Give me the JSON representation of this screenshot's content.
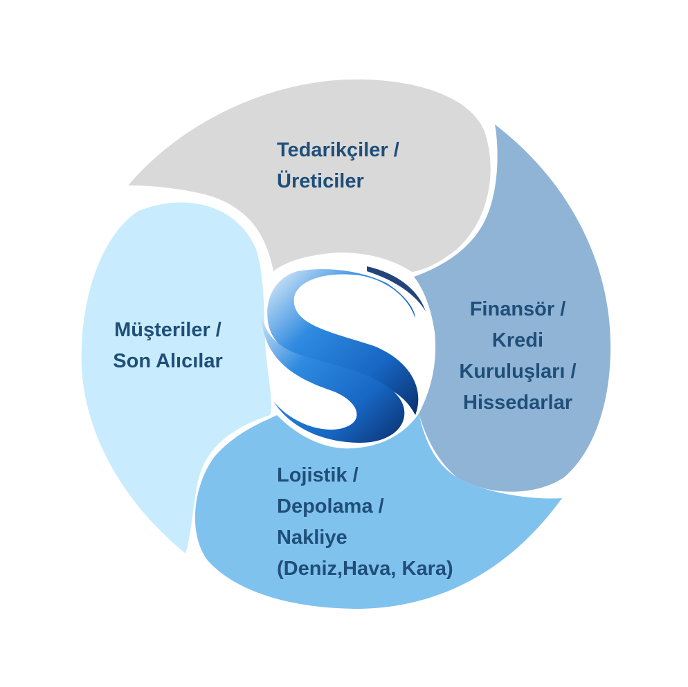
{
  "segments": [
    {
      "id": "suppliers",
      "lines": [
        "Tedarikçiler /",
        "Üreticiler"
      ],
      "color": "#d9d9d9"
    },
    {
      "id": "finance",
      "lines": [
        "Finansör /",
        "Kredi",
        "Kuruluşları /",
        "Hissedarlar"
      ],
      "color": "#8fb4d6"
    },
    {
      "id": "logistics",
      "lines": [
        "Lojistik /",
        "Depolama /",
        "Nakliye",
        "(Deniz,Hava, Kara)"
      ],
      "color": "#80c2ee"
    },
    {
      "id": "customers",
      "lines": [
        "Müşteriler /",
        "Son Alıcılar"
      ],
      "color": "#c8ecfd"
    }
  ],
  "text_color": "#1f4e79"
}
